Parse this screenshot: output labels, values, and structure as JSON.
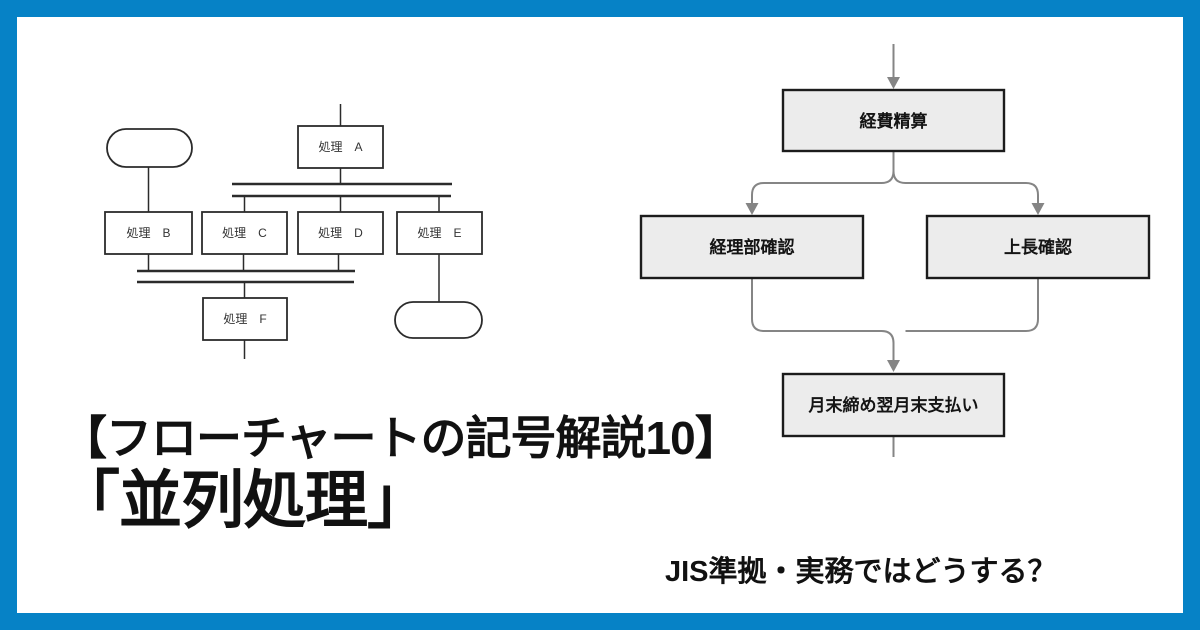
{
  "colors": {
    "frame_blue": "#0682c6",
    "canvas_white": "#ffffff",
    "node_fill": "#ececec",
    "node_border": "#1c1c1c",
    "connector_gray": "#858585",
    "scan_ink": "#2b2b2b",
    "text_black": "#111111"
  },
  "title": {
    "line1": "【フローチャートの記号解説10】",
    "line2": "「並列処理」",
    "subtitle": "JIS準拠・実務ではどうする？"
  },
  "jis_chart": {
    "type": "flowchart",
    "style": "scanned JIS parallel-processing example",
    "process_a": "処理　A",
    "process_b": "処理　B",
    "process_c": "処理　C",
    "process_d": "処理　D",
    "process_e": "処理　E",
    "process_f": "処理　F",
    "start_terminal": "",
    "end_terminal": ""
  },
  "practical_chart": {
    "type": "flowchart",
    "style": "practical expense-approval flow",
    "expense": "経費精算",
    "accounting": "経理部確認",
    "manager": "上長確認",
    "payment": "月末締め翌月末支払い"
  }
}
